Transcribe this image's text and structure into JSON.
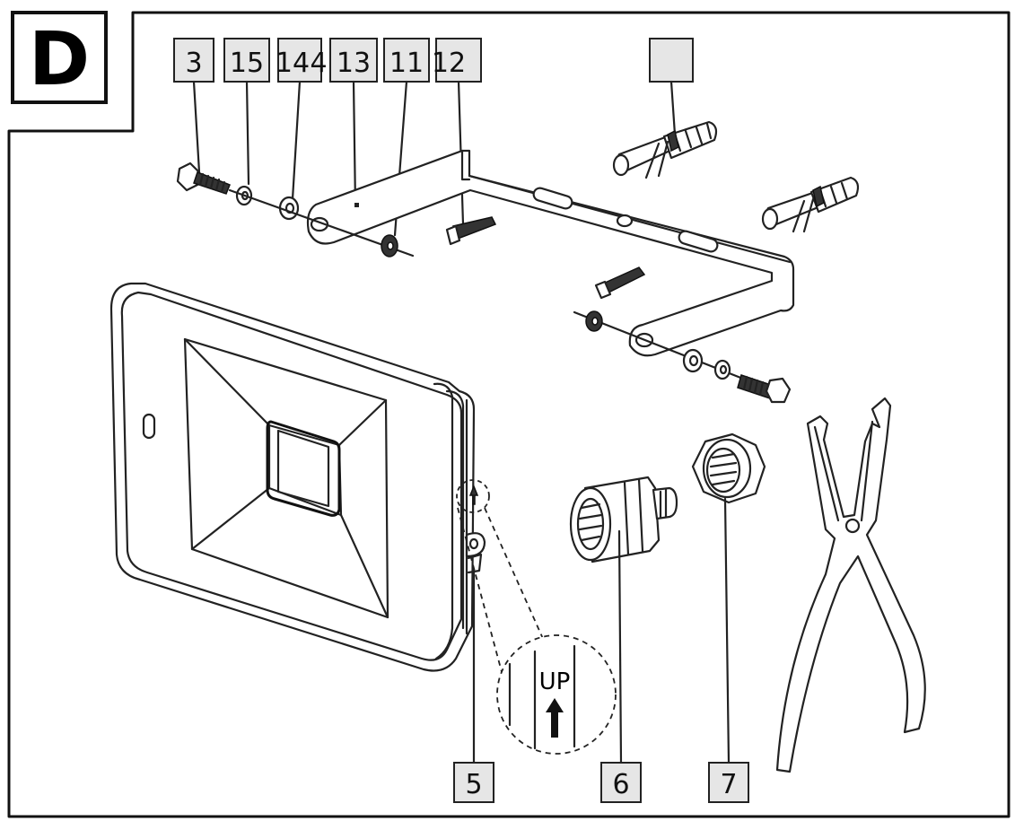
{
  "section_letter": "D",
  "callouts": {
    "c3": "3",
    "c15": "15",
    "c14": "14",
    "c4": "4",
    "c13": "13",
    "c11": "11",
    "c12": "12",
    "c_blank": "",
    "c5": "5",
    "c6": "6",
    "c7": "7"
  },
  "detail_label": "UP",
  "colors": {
    "line": "#222222",
    "callout_fill": "#e6e6e6",
    "background": "#ffffff"
  }
}
